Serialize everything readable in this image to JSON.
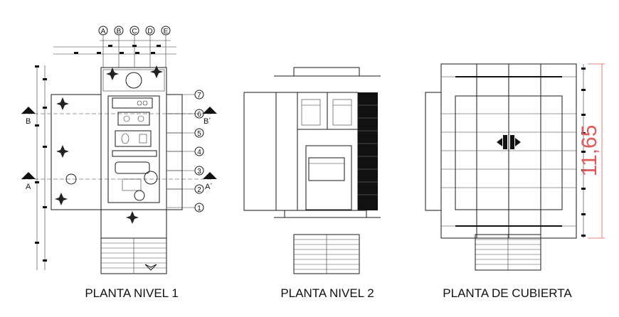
{
  "plans": [
    {
      "title": "PLANTA NIVEL 1"
    },
    {
      "title": "PLANTA NIVEL 2"
    },
    {
      "title": "PLANTA DE CUBIERTA"
    }
  ],
  "grid_axes_letters": [
    "A",
    "B",
    "C",
    "D",
    "E"
  ],
  "grid_axes_numbers": [
    "7",
    "6",
    "5",
    "4",
    "3",
    "2",
    "1"
  ],
  "section_marks": {
    "b_left": "B",
    "b_right": "B´",
    "a_left": "A",
    "a_right": "A´"
  },
  "roof_dimension": "11,65",
  "colors": {
    "line": "#1a1a1a",
    "dimension": "#e05a5a",
    "background": "#ffffff"
  }
}
